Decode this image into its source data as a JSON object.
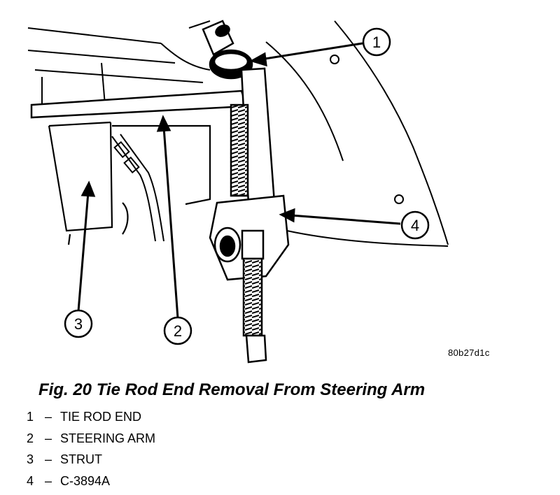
{
  "figure": {
    "code": "80b27d1c",
    "caption": "Fig. 20 Tie Rod End Removal From Steering Arm"
  },
  "callouts": [
    {
      "num": "1",
      "target": "tie-rod-end"
    },
    {
      "num": "2",
      "target": "steering-arm"
    },
    {
      "num": "3",
      "target": "strut"
    },
    {
      "num": "4",
      "target": "tool-c3894a"
    }
  ],
  "legend": [
    {
      "num": "1",
      "dash": "–",
      "label": "TIE ROD END"
    },
    {
      "num": "2",
      "dash": "–",
      "label": "STEERING ARM"
    },
    {
      "num": "3",
      "dash": "–",
      "label": "STRUT"
    },
    {
      "num": "4",
      "dash": "–",
      "label": "C-3894A"
    }
  ]
}
